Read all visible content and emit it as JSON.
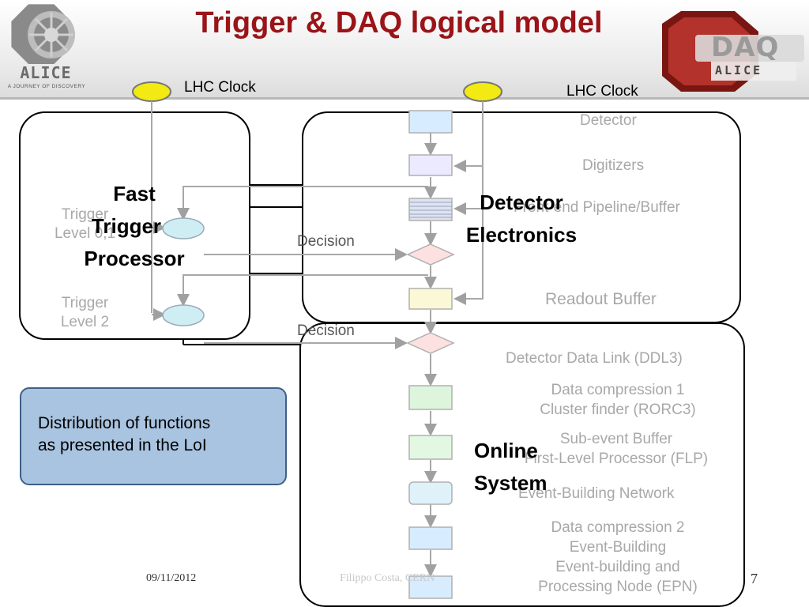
{
  "slide": {
    "title": "Trigger & DAQ logical model",
    "alice_logo": {
      "word": "ALICE",
      "tagline": "A JOURNEY OF DISCOVERY"
    },
    "daq_logo": {
      "word": "DAQ",
      "sub": "ALICE"
    },
    "clock_left_label": "LHC Clock",
    "clock_right_label": "LHC Clock",
    "fast_trigger": {
      "line1": "Fast",
      "line2": "Trigger",
      "line3": "Processor"
    },
    "detector_electronics": {
      "line1": "Detector",
      "line2": "Electronics"
    },
    "online_system": {
      "line1": "Online",
      "line2": "System"
    },
    "trigger_l0": {
      "line1": "Trigger",
      "line2": "Level 0,1"
    },
    "trigger_l2": {
      "line1": "Trigger",
      "line2": "Level 2"
    },
    "decision_1": "Decision",
    "decision_2": "Decision",
    "pipeline_labels": {
      "detector": "Detector",
      "digitizers": "Digitizers",
      "frontend": "Front-end Pipeline/Buffer",
      "readout": "Readout Buffer",
      "ddl": "Detector Data Link (DDL3)",
      "compression1_a": "Data compression 1",
      "compression1_b": "Cluster finder (RORC3)",
      "subevent": "Sub-event Buffer",
      "flp": "First-Level Processor (FLP)",
      "network": "Event-Building Network",
      "compression2": "Data compression 2",
      "eventbuilding": "Event-Building",
      "epn_a": "Event-building and",
      "epn_b": "Processing Node (EPN)"
    },
    "note": {
      "line1": "Distribution of functions",
      "line2": "as presented in the LoI"
    },
    "footer": {
      "date": "09/11/2012",
      "author": "Filippo Costa, CERN",
      "page": "7"
    }
  }
}
